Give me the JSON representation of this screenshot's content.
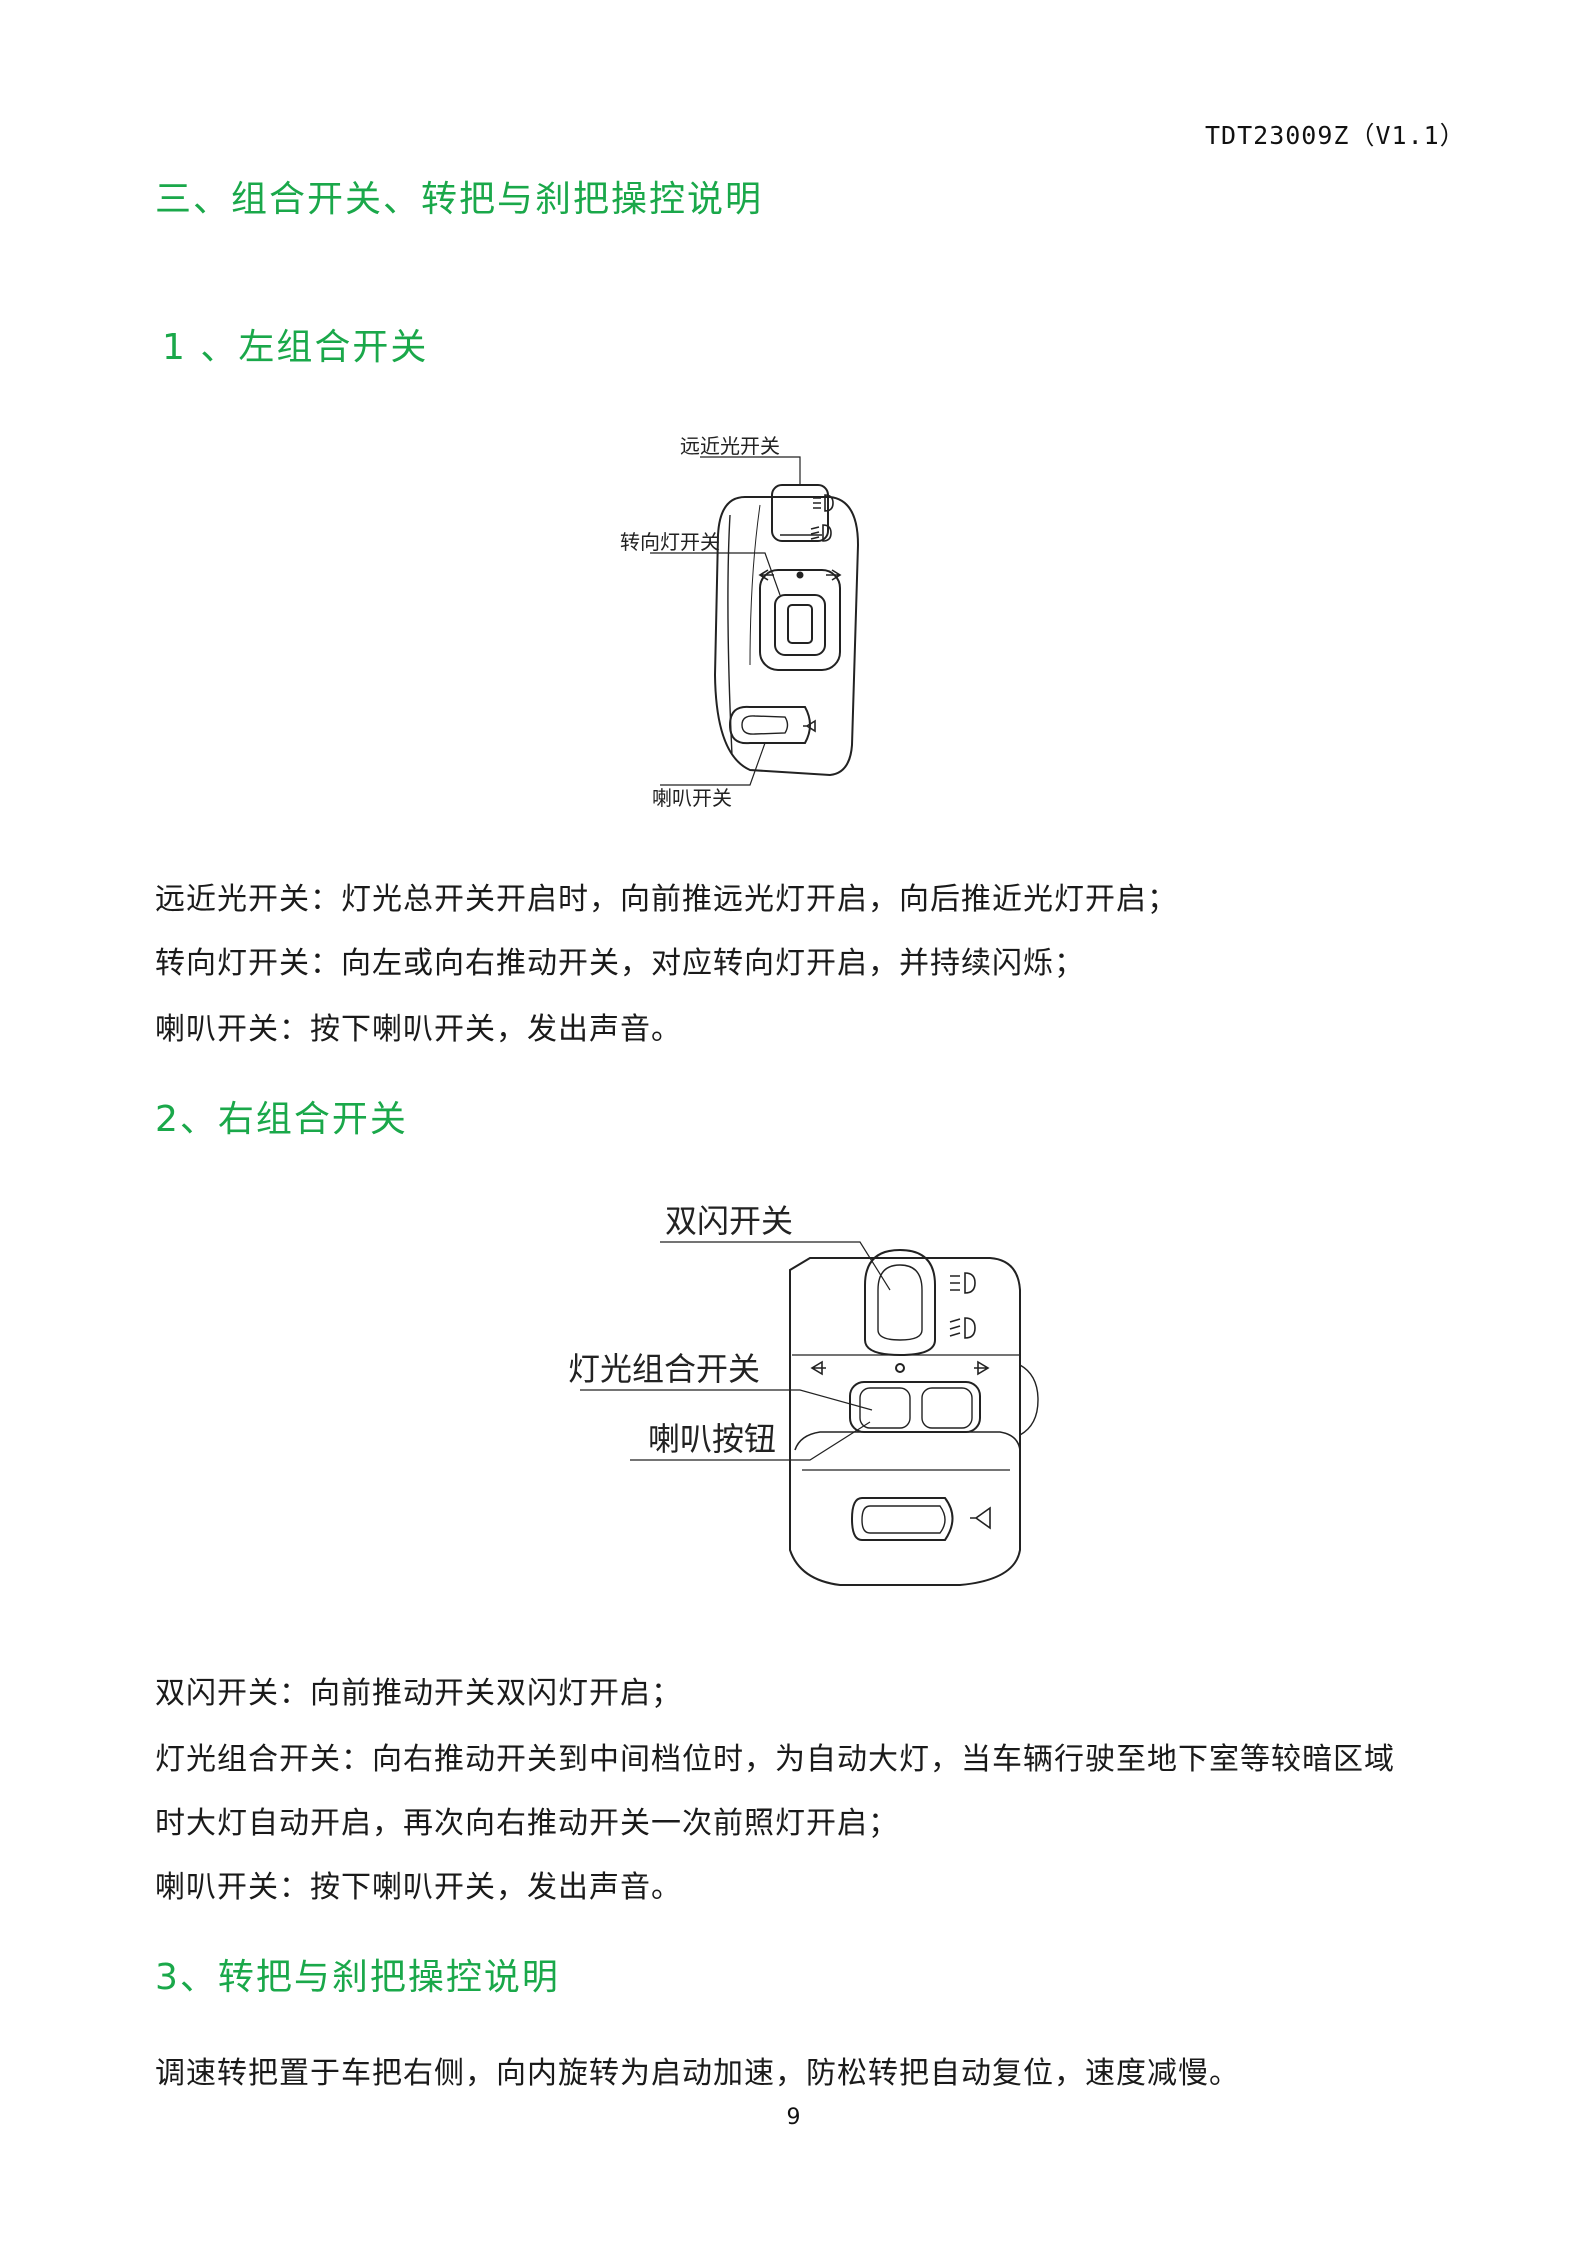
{
  "header": {
    "doc_code": "TDT23009Z（V1.1）"
  },
  "section": {
    "title": "三、组合开关、转把与刹把操控说明"
  },
  "left_switch": {
    "heading": "1 、左组合开关",
    "figure_labels": {
      "beam": "远近光开关",
      "turn": "转向灯开关",
      "horn": "喇叭开关"
    },
    "paragraphs": [
      "远近光开关：灯光总开关开启时，向前推远光灯开启，向后推近光灯开启；",
      "转向灯开关：向左或向右推动开关，对应转向灯开启，并持续闪烁；",
      "喇叭开关：按下喇叭开关，发出声音。"
    ]
  },
  "right_switch": {
    "heading": "2、右组合开关",
    "figure_labels": {
      "hazard": "双闪开关",
      "light": "灯光组合开关",
      "horn": "喇叭按钮"
    },
    "paragraphs": [
      "双闪开关：向前推动开关双闪灯开启；",
      "灯光组合开关：向右推动开关到中间档位时，为自动大灯，当车辆行驶至地下室等较暗区域",
      "时大灯自动开启，再次向右推动开关一次前照灯开启；",
      "喇叭开关：按下喇叭开关，发出声音。"
    ]
  },
  "throttle": {
    "heading": "3、转把与刹把操控说明",
    "paragraphs": [
      "调速转把置于车把右侧，向内旋转为启动加速，防松转把自动复位，速度减慢。"
    ]
  },
  "footer": {
    "page_number": "9"
  },
  "colors": {
    "heading": "#1aa84a",
    "text": "#1a1a1a"
  }
}
